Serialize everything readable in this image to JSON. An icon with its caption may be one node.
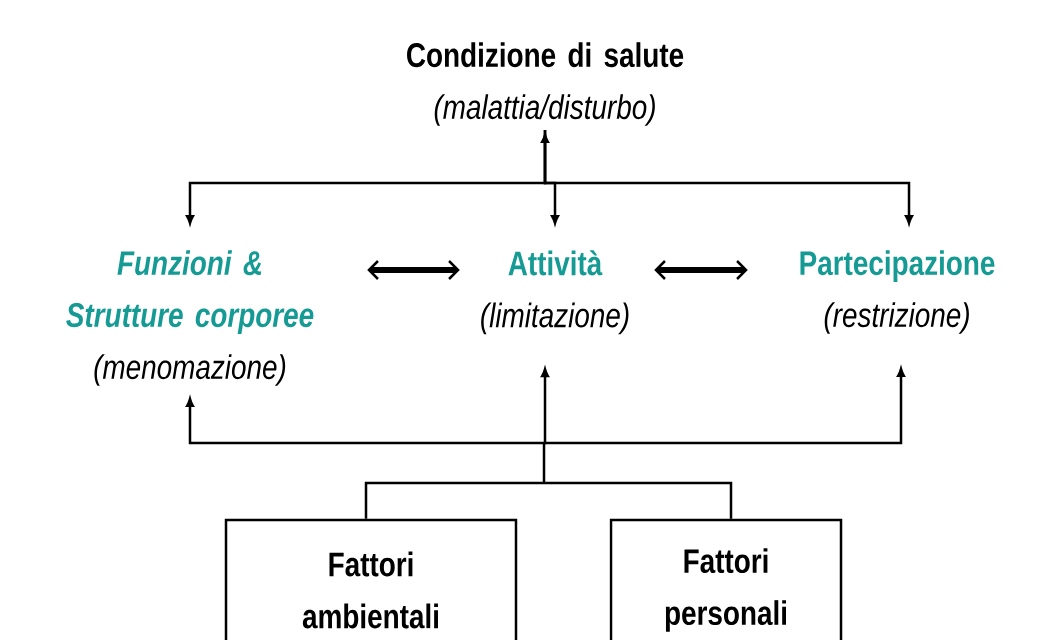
{
  "diagram": {
    "nodes": [
      {
        "text": [
          "Condizione di salute",
          "(malattia/disturbo)"
        ]
      },
      {
        "text": [
          "Funzioni & Strutture corporee",
          "(menomazione)"
        ]
      },
      {
        "text": [
          "Attività",
          "(limitazione)"
        ]
      },
      {
        "text": [
          "Partecipazione",
          "(restrizione)"
        ]
      },
      {
        "text": [
          "Fattori ambientali"
        ]
      },
      {
        "text": [
          "Fattori personali"
        ]
      }
    ],
    "edges": [
      {
        "from": 0,
        "to": 1,
        "arrow": "to"
      },
      {
        "from": 0,
        "to": 2,
        "arrow": "both"
      },
      {
        "from": 0,
        "to": 3,
        "arrow": "to"
      },
      {
        "from": 1,
        "to": 2,
        "arrow": "both",
        "style": "thick"
      },
      {
        "from": 2,
        "to": 3,
        "arrow": "both",
        "style": "thick"
      },
      {
        "from": 4,
        "to": 1,
        "arrow": "to"
      },
      {
        "from": 4,
        "to": 2,
        "arrow": "to"
      },
      {
        "from": 4,
        "to": 3,
        "arrow": "to"
      },
      {
        "from": 5,
        "to": 1,
        "arrow": "to"
      },
      {
        "from": 5,
        "to": 2,
        "arrow": "to"
      },
      {
        "from": 5,
        "to": 3,
        "arrow": "to"
      }
    ]
  }
}
